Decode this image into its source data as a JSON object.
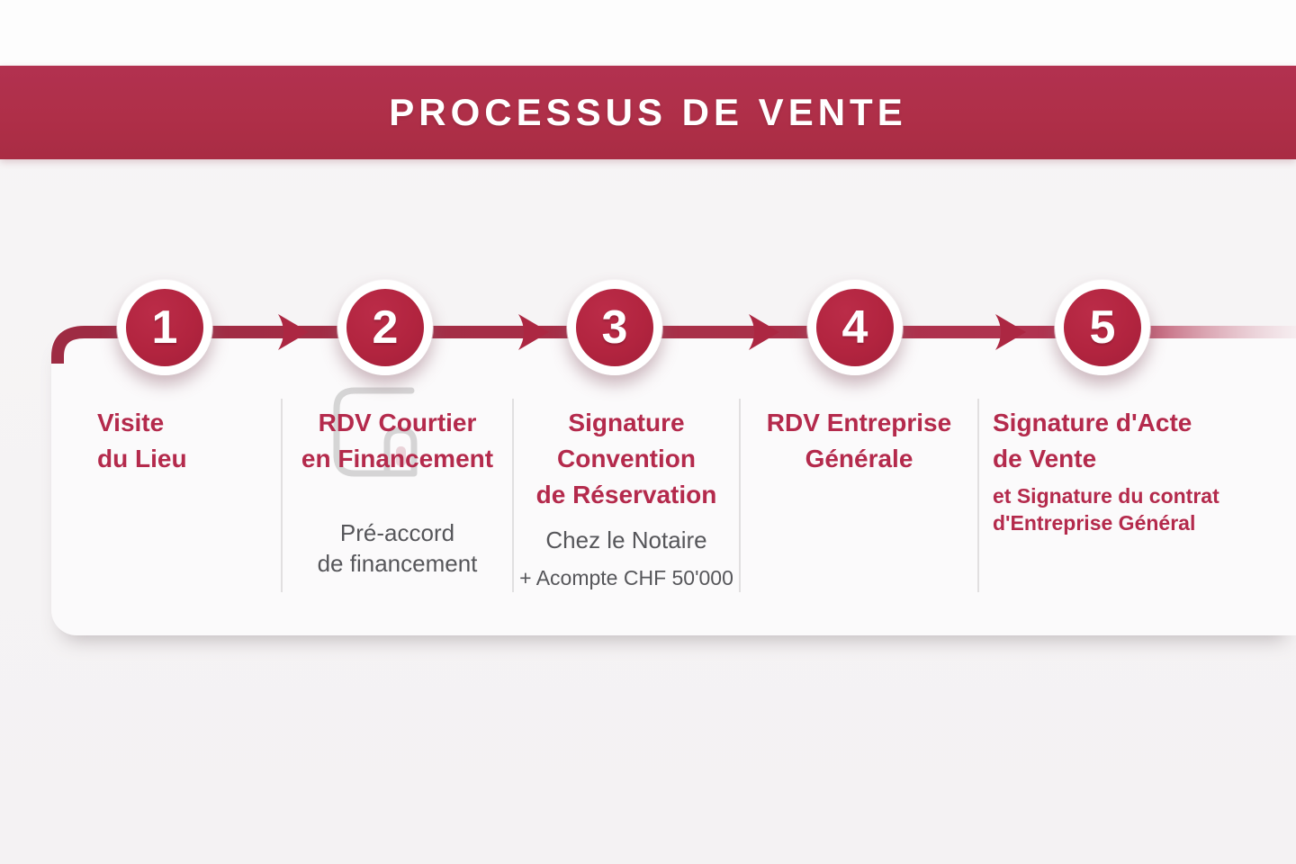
{
  "banner": {
    "title": "PROCESSUS DE VENTE",
    "background_color": "#AF2F48",
    "text_color": "#FFFFFF"
  },
  "colors": {
    "page_background": "#F5F3F4",
    "card_background": "#FBFAFB",
    "timeline_red": "#A92C44",
    "circle_red": "#B2243F",
    "title_red": "#B42A4C",
    "note_gray": "#56565A",
    "divider_gray": "#E1DFE0"
  },
  "watermark_icon": "brand-logo-watermark",
  "steps": [
    {
      "number": "1",
      "title": "Visite\ndu Lieu"
    },
    {
      "number": "2",
      "title": "RDV Courtier\nen Financement",
      "note": "Pré-accord\nde financement"
    },
    {
      "number": "3",
      "title": "Signature\nConvention\nde Réservation",
      "note": "Chez le Notaire",
      "note2": "+ Acompte CHF 50'000"
    },
    {
      "number": "4",
      "title": "RDV Entreprise\nGénérale"
    },
    {
      "number": "5",
      "title": "Signature d'Acte\nde Vente",
      "subtitle": "et Signature du contrat\nd'Entreprise Général"
    }
  ]
}
